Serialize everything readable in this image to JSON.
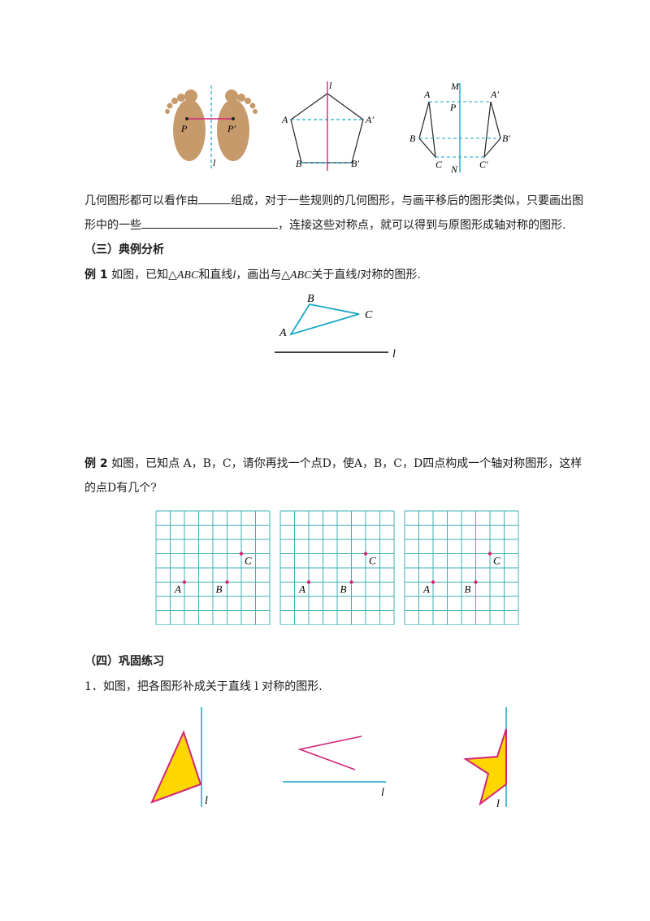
{
  "figs_top": {
    "foot": {
      "p": "P",
      "p2": "P′",
      "l": "l"
    },
    "pentagon": {
      "l": "l",
      "a": "A",
      "a2": "A′",
      "b": "B",
      "b2": "B′"
    },
    "quad": {
      "m": "M",
      "n": "N",
      "p": "P",
      "a": "A",
      "a2": "A′",
      "b": "B",
      "b2": "B′",
      "c": "C",
      "c2": "C′"
    }
  },
  "para1": {
    "line1_a": "几何图形都可以看作由",
    "line1_b": "组成，对于一些规则的几何图形，与画平移后的图形类似，只要画出图",
    "line2_a": "形中的一些",
    "line2_b": "，连接这些对称点，就可以得到与原图形成轴对称的图形."
  },
  "section3": {
    "title": "（三）典例分析"
  },
  "ex1": {
    "label": "例 1",
    "text_a": "如图，已知△",
    "abc1": "ABC",
    "text_b": "和直线",
    "l1": "l",
    "text_c": "，画出与△",
    "abc2": "ABC",
    "text_d": "关于直线",
    "l2": "l",
    "text_e": "对称的图形.",
    "fig": {
      "a": "A",
      "b": "B",
      "c": "C",
      "l": "l"
    }
  },
  "ex2": {
    "label": "例 2",
    "line1": "如图，已知点 A，B，C，请你再找一个点D，使A，B，C，D四点构成一个轴对称图形，这样",
    "line2": "的点D有几个?",
    "grid_labels": {
      "a": "A",
      "b": "B",
      "c": "C"
    }
  },
  "section4": {
    "title": "（四）巩固练习"
  },
  "q1": {
    "text": "1．如图，把各图形补成关于直线 l 对称的图形.",
    "l": "l"
  },
  "colors": {
    "cyan": "#1aa7c7",
    "magenta": "#d0267a",
    "yellow": "#ffd700",
    "grid": "#3db0b5",
    "skin": "#c79a6b"
  }
}
